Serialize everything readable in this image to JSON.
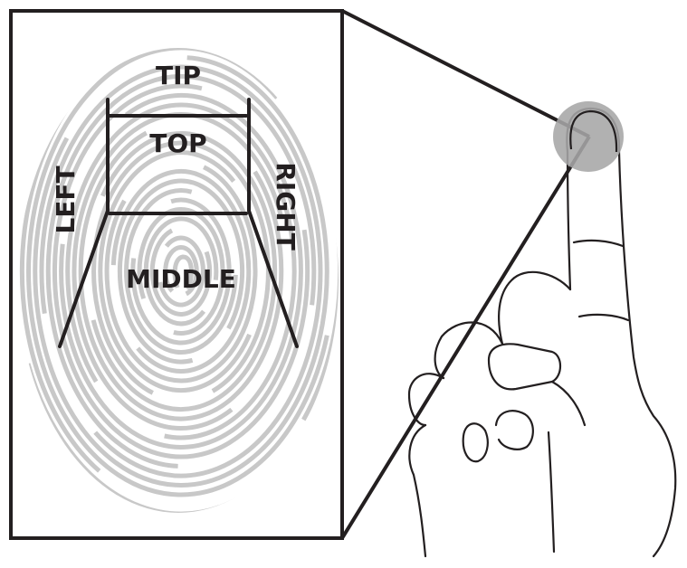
{
  "regions": {
    "tip": "TIP",
    "top": "TOP",
    "left": "LEFT",
    "right": "RIGHT",
    "middle": "MIDDLE"
  },
  "colors": {
    "ridge": "#c8c8c8",
    "line": "#231f20",
    "highlight": "#a6a6a6"
  }
}
